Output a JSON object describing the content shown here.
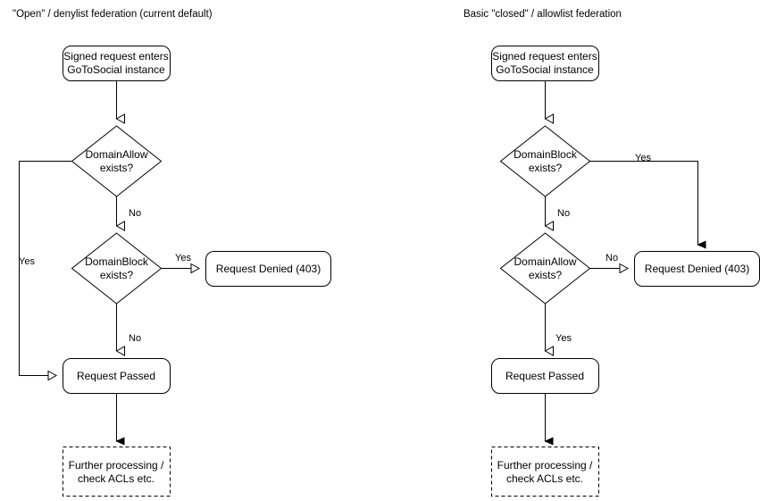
{
  "diagram": {
    "type": "flowchart",
    "columns": [
      {
        "id": "open-denylist",
        "title": "\"Open\" / denylist federation (current default)",
        "nodes": [
          {
            "id": "start-left",
            "shape": "rounded-rect",
            "label": "Signed request enters\nGoToSocial instance"
          },
          {
            "id": "allow-left",
            "shape": "diamond",
            "label": "DomainAllow\nexists?"
          },
          {
            "id": "block-left",
            "shape": "diamond",
            "label": "DomainBlock\nexists?"
          },
          {
            "id": "denied-left",
            "shape": "rounded-rect",
            "label": "Request Denied (403)"
          },
          {
            "id": "passed-left",
            "shape": "rounded-rect",
            "label": "Request Passed"
          },
          {
            "id": "further-left",
            "shape": "dashed-rect",
            "label": "Further processing /\ncheck ACLs etc."
          }
        ],
        "edges": [
          {
            "from": "start-left",
            "to": "allow-left",
            "label": ""
          },
          {
            "from": "allow-left",
            "to": "block-left",
            "label": "No"
          },
          {
            "from": "allow-left",
            "to": "passed-left",
            "label": "Yes"
          },
          {
            "from": "block-left",
            "to": "denied-left",
            "label": "Yes"
          },
          {
            "from": "block-left",
            "to": "passed-left",
            "label": "No"
          },
          {
            "from": "passed-left",
            "to": "further-left",
            "label": ""
          }
        ]
      },
      {
        "id": "closed-allowlist",
        "title": "Basic \"closed\" / allowlist federation",
        "nodes": [
          {
            "id": "start-right",
            "shape": "rounded-rect",
            "label": "Signed request enters\nGoToSocial instance"
          },
          {
            "id": "block-right",
            "shape": "diamond",
            "label": "DomainBlock\nexists?"
          },
          {
            "id": "allow-right",
            "shape": "diamond",
            "label": "DomainAllow\nexists?"
          },
          {
            "id": "denied-right",
            "shape": "rounded-rect",
            "label": "Request Denied (403)"
          },
          {
            "id": "passed-right",
            "shape": "rounded-rect",
            "label": "Request Passed"
          },
          {
            "id": "further-right",
            "shape": "dashed-rect",
            "label": "Further processing /\ncheck ACLs etc."
          }
        ],
        "edges": [
          {
            "from": "start-right",
            "to": "block-right",
            "label": ""
          },
          {
            "from": "block-right",
            "to": "allow-right",
            "label": "No"
          },
          {
            "from": "block-right",
            "to": "denied-right",
            "label": "Yes"
          },
          {
            "from": "allow-right",
            "to": "denied-right",
            "label": "No"
          },
          {
            "from": "allow-right",
            "to": "passed-right",
            "label": "Yes"
          },
          {
            "from": "passed-right",
            "to": "further-right",
            "label": ""
          }
        ]
      }
    ],
    "colors": {
      "stroke": "#000000",
      "fill": "#ffffff",
      "text": "#000000",
      "background": "#ffffff"
    }
  }
}
